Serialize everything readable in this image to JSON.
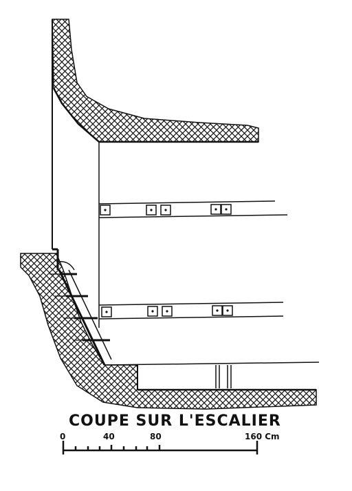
{
  "title": "COUPE SUR L'ESCALIER",
  "scale": {
    "labels": [
      "0",
      "40",
      "80",
      "160 Cm"
    ]
  }
}
